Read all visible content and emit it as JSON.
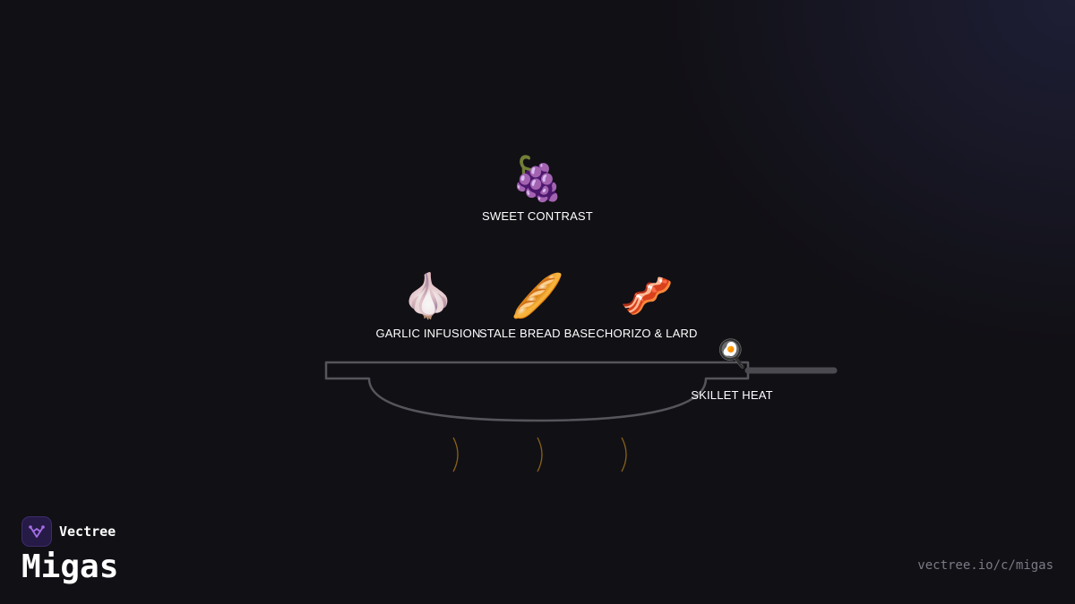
{
  "ingredients": [
    {
      "icon": "grapes-icon",
      "emoji": "🍇",
      "label": "SWEET CONTRAST"
    },
    {
      "icon": "garlic-icon",
      "emoji": "🧄",
      "label": "GARLIC INFUSION"
    },
    {
      "icon": "baguette-icon",
      "emoji": "🥖",
      "label": "STALE BREAD BASE"
    },
    {
      "icon": "bacon-icon",
      "emoji": "🥓",
      "label": "CHORIZO & LARD"
    },
    {
      "icon": "frying-pan-icon",
      "emoji": "🍳",
      "label": "SKILLET HEAT"
    }
  ],
  "brand": {
    "name": "Vectree",
    "icon": "vectree-logo-icon"
  },
  "title": "Migas",
  "url": "vectree.io/c/migas",
  "colors": {
    "background": "#111015",
    "pan_stroke": "#55555b",
    "flame_stroke": "#8a6318",
    "text": "#ffffff",
    "muted": "#7b7a86",
    "logo_bg": "#261a46",
    "logo_mark": "#a46fe6"
  }
}
